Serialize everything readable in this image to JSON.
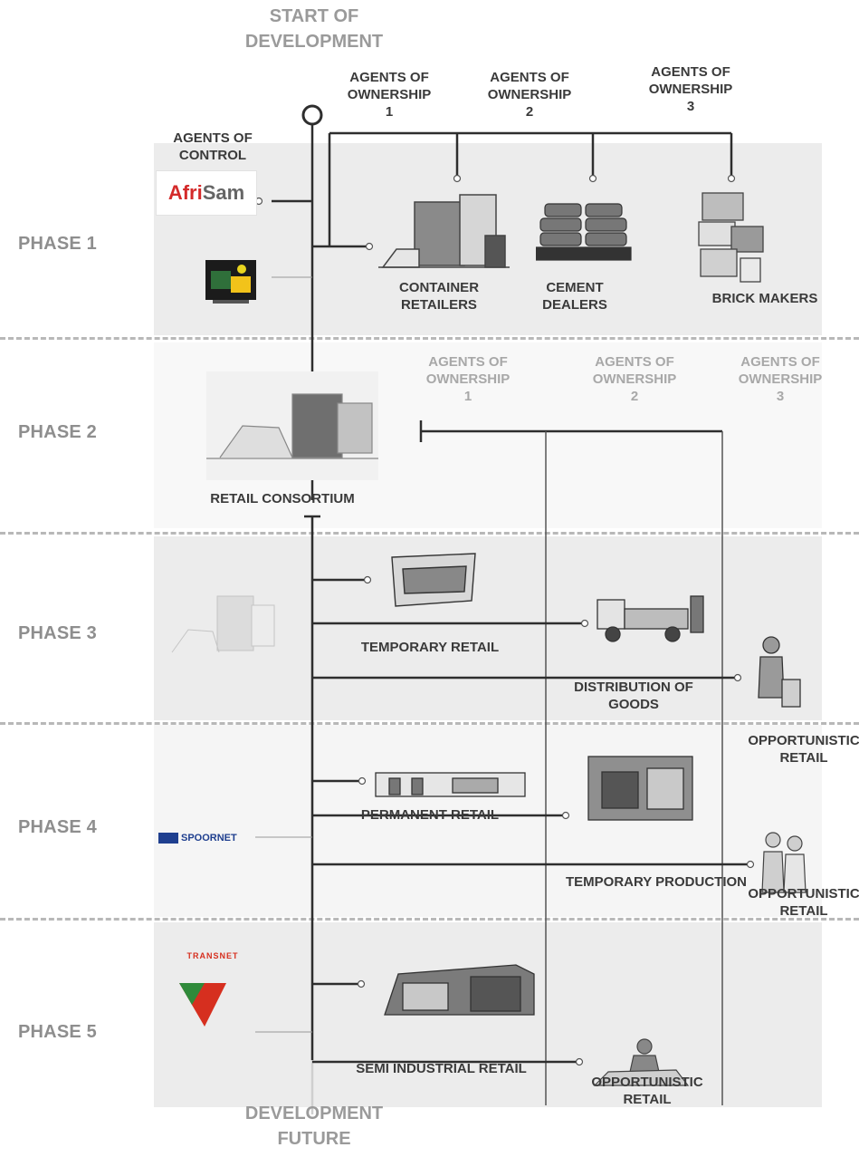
{
  "top": {
    "line1": "START OF",
    "line2": "DEVELOPMENT"
  },
  "bottom": {
    "line1": "DEVELOPMENT",
    "line2": "FUTURE"
  },
  "phases": [
    "PHASE 1",
    "PHASE 2",
    "PHASE 3",
    "PHASE 4",
    "PHASE 5"
  ],
  "agents_control": {
    "line1": "AGENTS OF",
    "line2": "CONTROL"
  },
  "ownership_top": [
    {
      "l1": "AGENTS OF",
      "l2": "OWNERSHIP",
      "n": "1"
    },
    {
      "l1": "AGENTS OF",
      "l2": "OWNERSHIP",
      "n": "2"
    },
    {
      "l1": "AGENTS OF",
      "l2": "OWNERSHIP",
      "n": "3"
    }
  ],
  "ownership_mid": [
    {
      "l1": "AGENTS OF",
      "l2": "OWNERSHIP",
      "n": "1"
    },
    {
      "l1": "AGENTS OF",
      "l2": "OWNERSHIP",
      "n": "2"
    },
    {
      "l1": "AGENTS OF",
      "l2": "OWNERSHIP",
      "n": "3"
    }
  ],
  "phase1": {
    "container": {
      "l1": "CONTAINER",
      "l2": "RETAILERS"
    },
    "cement": {
      "l1": "CEMENT",
      "l2": "DEALERS"
    },
    "brick": "BRICK MAKERS"
  },
  "phase2": {
    "consortium": "RETAIL CONSORTIUM"
  },
  "phase3": {
    "temporary_retail": "TEMPORARY RETAIL",
    "distribution": {
      "l1": "DISTRIBUTION OF",
      "l2": "GOODS"
    },
    "opportunistic": {
      "l1": "OPPORTUNISTIC",
      "l2": "RETAIL"
    }
  },
  "phase4": {
    "permanent_retail": "PERMANENT RETAIL",
    "temporary_production": "TEMPORARY PRODUCTION",
    "opportunistic": {
      "l1": "OPPORTUNISTIC",
      "l2": "RETAIL"
    }
  },
  "phase5": {
    "semi_industrial": "SEMI INDUSTRIAL RETAIL",
    "opportunistic": {
      "l1": "OPPORTUNISTIC",
      "l2": "RETAIL"
    }
  },
  "logos": {
    "afrisam_a": "Afri",
    "afrisam_b": "Sam",
    "spoornet": "SPOORNET",
    "transnet": "TRANSNET"
  },
  "colors": {
    "band": "#ececec",
    "text": "#3a3a3a",
    "phase": "#8e8e8e",
    "faded": "#a8a8a8",
    "afrisam_red": "#d42a2a",
    "transnet_red": "#d62f1f",
    "transnet_green": "#2f8a3a",
    "spoornet_blue": "#1f3f8f"
  }
}
